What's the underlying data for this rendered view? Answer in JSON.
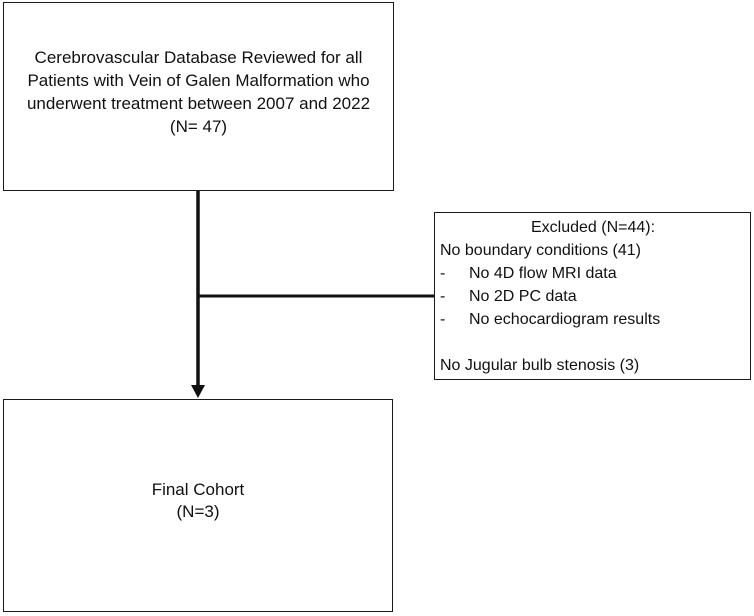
{
  "top_box": {
    "lines": [
      "Cerebrovascular Database Reviewed for all",
      "Patients with Vein of Galen Malformation who",
      "underwent treatment between 2007 and 2022",
      "(N= 47)"
    ]
  },
  "excluded_box": {
    "heading": "Excluded (N=44):",
    "group1_title": "No boundary conditions (41)",
    "group1_items": [
      {
        "bullet": "-",
        "text": "No 4D flow MRI data"
      },
      {
        "bullet": "-",
        "text": "No 2D PC data"
      },
      {
        "bullet": "-",
        "text": "No echocardiogram results"
      }
    ],
    "group2_title": "No Jugular bulb stenosis (3)"
  },
  "bottom_box": {
    "lines": [
      "Final Cohort",
      "(N=3)"
    ]
  },
  "colors": {
    "line": "#111111",
    "border": "#1a1a1a"
  }
}
